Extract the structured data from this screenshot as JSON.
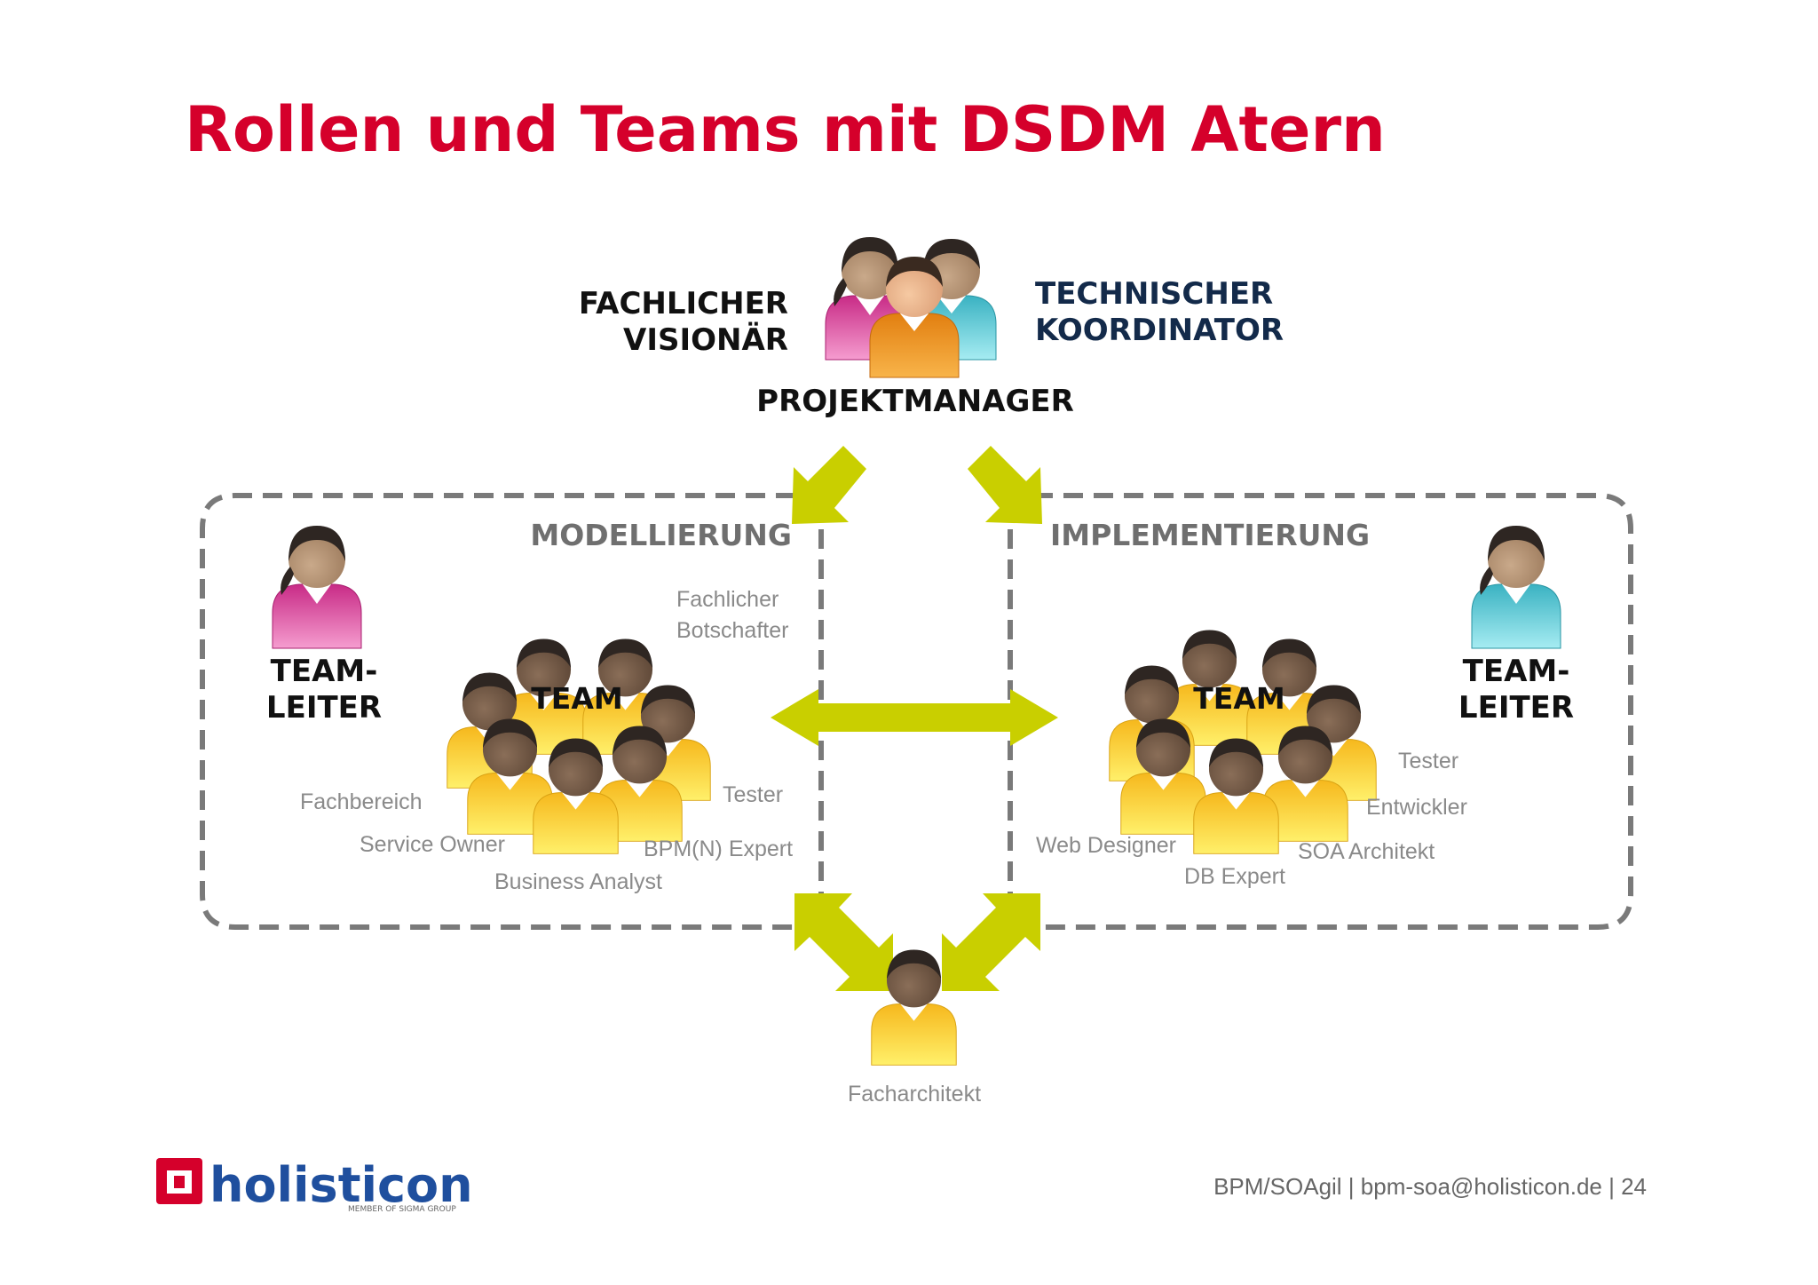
{
  "title": "Rollen und Teams mit DSDM Atern",
  "top": {
    "left_label_line1": "FACHLICHER",
    "left_label_line2": "VISIONÄR",
    "right_label_line1": "TECHNISCHER",
    "right_label_line2": "KOORDINATOR",
    "center_label": "PROJEKTMANAGER"
  },
  "modellierung": {
    "heading": "MODELLIERUNG",
    "leader_line1": "TEAM-",
    "leader_line2": "LEITER",
    "team_label": "TEAM",
    "roles": {
      "fachlicher_line1": "Fachlicher",
      "fachlicher_line2": "Botschafter",
      "fachbereich": "Fachbereich",
      "service_owner": "Service Owner",
      "business_analyst": "Business Analyst",
      "bpmn_expert": "BPM(N) Expert",
      "tester": "Tester"
    }
  },
  "implementierung": {
    "heading": "IMPLEMENTIERUNG",
    "leader_line1": "TEAM-",
    "leader_line2": "LEITER",
    "team_label": "TEAM",
    "roles": {
      "tester": "Tester",
      "entwickler": "Entwickler",
      "soa_architekt": "SOA Architekt",
      "db_expert": "DB Expert",
      "web_designer": "Web Designer"
    }
  },
  "facharchitekt": "Facharchitekt",
  "logo": {
    "name": "holisticon",
    "tagline": "MEMBER OF SIGMA GROUP"
  },
  "footer": {
    "text": "BPM/SOAgil | bpm-soa@holisticon.de | 24"
  },
  "colors": {
    "title": "#d5002b",
    "arrow": "#c9cf00",
    "dashed_border": "#7a7a7a",
    "pink_shirt": "#d9409a",
    "teal_shirt": "#4fc3cf",
    "orange_shirt": "#f19a22",
    "yellow_shirt": "#f4cf22",
    "logo_blue": "#1f4f9e",
    "logo_red": "#d5002b"
  }
}
